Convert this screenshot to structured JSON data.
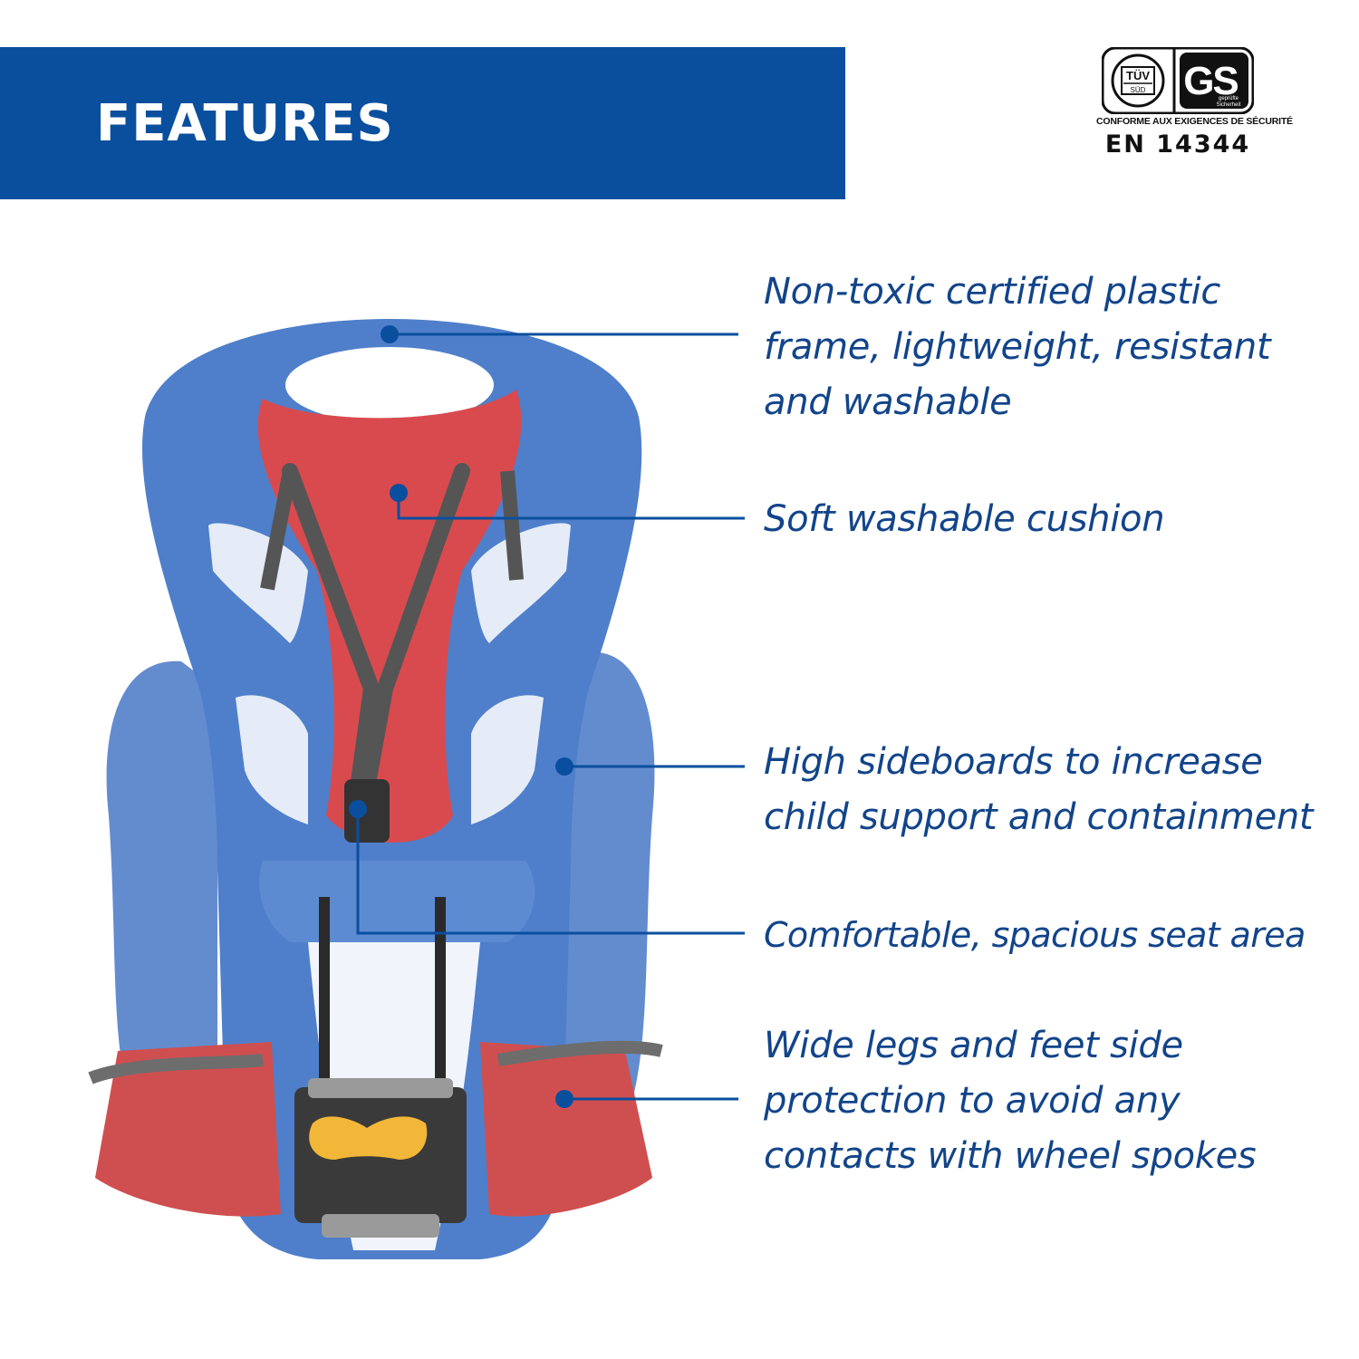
{
  "header": {
    "title": "FEATURES",
    "band_color": "#0a4f9e"
  },
  "certification": {
    "tuv_label_top": "TÜV",
    "tuv_label_bottom": "SÜD",
    "gs_label": "GS",
    "gs_sub_1": "geprüfte",
    "gs_sub_2": "Sicherheit",
    "conformity_text": "CONFORME AUX EXIGENCES DE SÉCURITÉ",
    "standard": "EN 14344"
  },
  "features": [
    {
      "lines": [
        "Non-toxic certified plastic",
        "frame, lightweight, resistant",
        "and washable"
      ]
    },
    {
      "lines": [
        "Soft washable cushion"
      ]
    },
    {
      "lines": [
        "High sideboards to increase",
        "child support and containment"
      ]
    },
    {
      "lines": [
        "Comfortable, spacious seat area"
      ]
    },
    {
      "lines": [
        "Wide legs and feet side",
        "protection to avoid any",
        "contacts with wheel spokes"
      ]
    }
  ],
  "colors": {
    "accent_text": "#12448a",
    "seat_blue": "#4a7ac6",
    "cushion_red": "#d94a4e",
    "clamp_yellow": "#f2b738"
  },
  "icons": {
    "callout_dot": "dot-marker",
    "product": "child-bike-seat-illustration"
  }
}
